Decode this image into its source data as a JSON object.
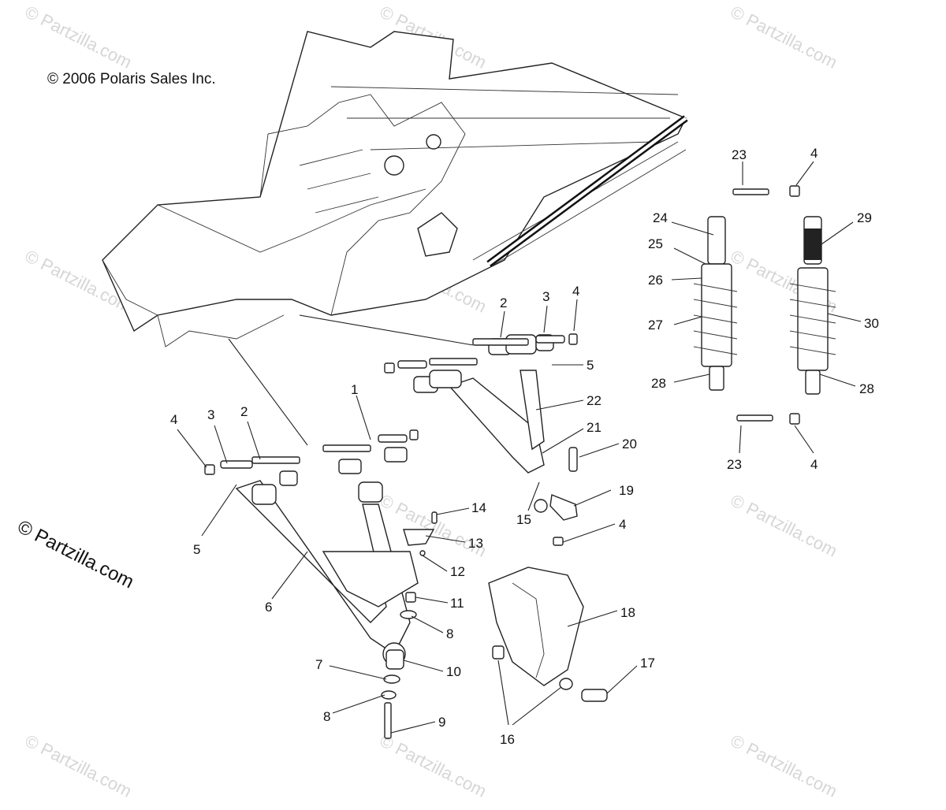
{
  "copyright": "© 2006 Polaris Sales Inc.",
  "site_watermark": "© Partzilla.com",
  "faint_watermark": "© Partzilla.com",
  "callouts": [
    "23",
    "4",
    "24",
    "29",
    "25",
    "26",
    "27",
    "30",
    "28",
    "28",
    "23",
    "4",
    "2",
    "3",
    "4",
    "5",
    "22",
    "21",
    "20",
    "19",
    "15",
    "4",
    "1",
    "2",
    "3",
    "4",
    "5",
    "6",
    "14",
    "13",
    "12",
    "11",
    "8",
    "18",
    "7",
    "10",
    "17",
    "8",
    "9",
    "16"
  ]
}
